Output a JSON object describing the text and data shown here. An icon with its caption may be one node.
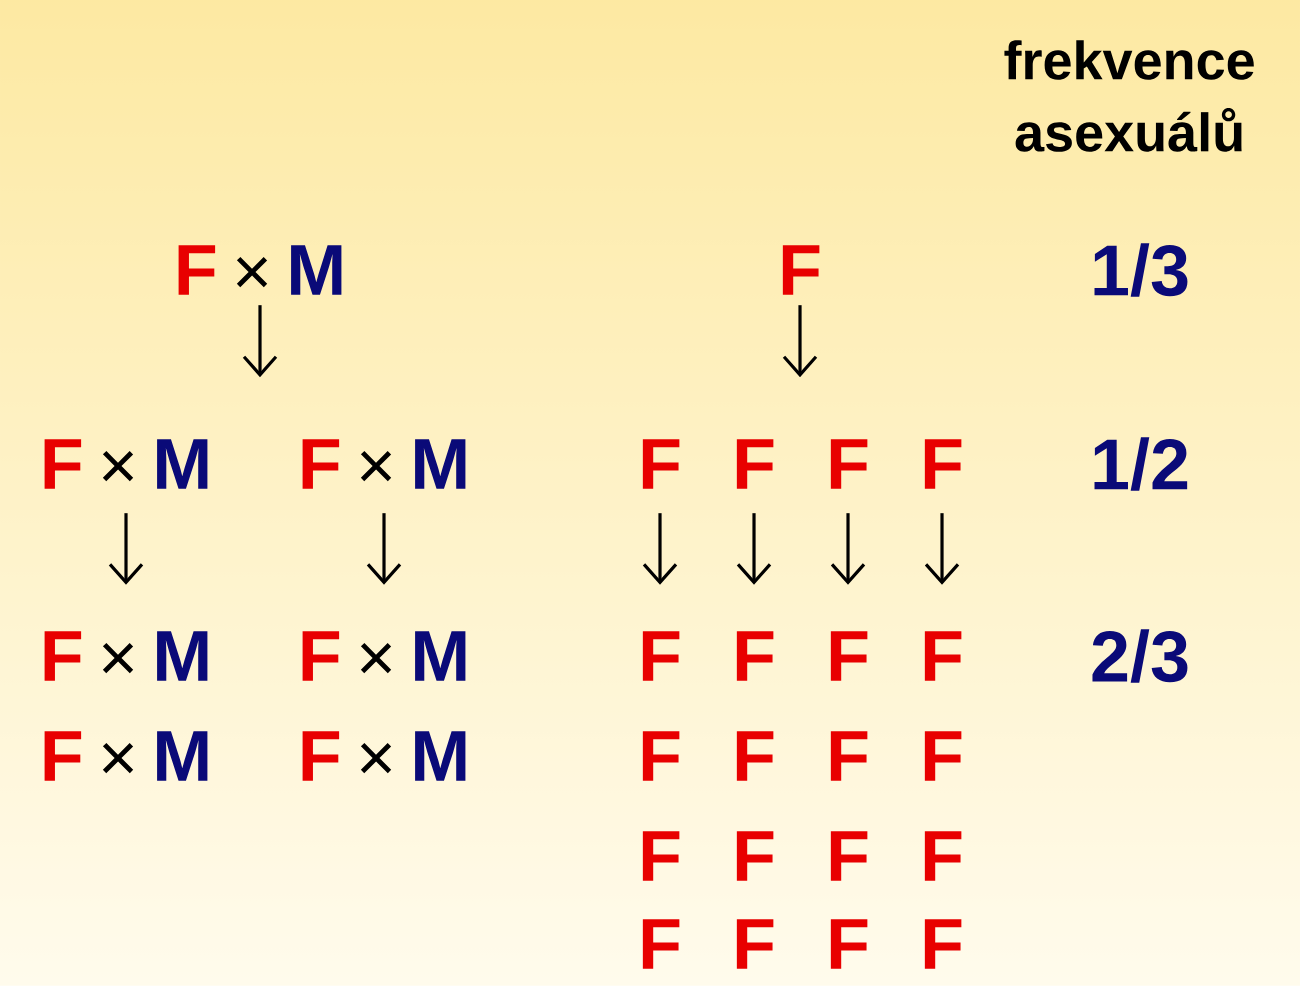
{
  "diagram": {
    "nodes": [
      {
        "text": [
          "F",
          "×",
          "M"
        ]
      },
      {
        "text": [
          "F",
          "×",
          "M"
        ]
      },
      {
        "text": [
          "F",
          "×",
          "M"
        ]
      },
      {
        "text": [
          "F",
          "×",
          "M"
        ]
      },
      {
        "text": [
          "F",
          "×",
          "M"
        ]
      },
      {
        "text": [
          "F",
          "×",
          "M"
        ]
      },
      {
        "text": [
          "F",
          "×",
          "M"
        ]
      },
      {
        "text": [
          "F"
        ]
      },
      {
        "text": [
          "F"
        ]
      },
      {
        "text": [
          "F"
        ]
      },
      {
        "text": [
          "F"
        ]
      },
      {
        "text": [
          "F"
        ]
      },
      {
        "text": [
          "F"
        ]
      },
      {
        "text": [
          "F"
        ]
      },
      {
        "text": [
          "F"
        ]
      },
      {
        "text": [
          "F"
        ]
      },
      {
        "text": [
          "F"
        ]
      },
      {
        "text": [
          "F"
        ]
      },
      {
        "text": [
          "F"
        ]
      },
      {
        "text": [
          "F"
        ]
      },
      {
        "text": [
          "F"
        ]
      },
      {
        "text": [
          "F"
        ]
      },
      {
        "text": [
          "F"
        ]
      },
      {
        "text": [
          "F"
        ]
      },
      {
        "text": [
          "F"
        ]
      },
      {
        "text": [
          "F"
        ]
      },
      {
        "text": [
          "F"
        ]
      },
      {
        "text": [
          "F"
        ]
      }
    ],
    "edges": [
      {
        "from": 0,
        "to": null,
        "arrow": "to"
      },
      {
        "from": 1,
        "to": 3,
        "arrow": "to"
      },
      {
        "from": 2,
        "to": 4,
        "arrow": "to"
      },
      {
        "from": 7,
        "to": null,
        "arrow": "to"
      },
      {
        "from": 8,
        "to": 12,
        "arrow": "to"
      },
      {
        "from": 9,
        "to": 13,
        "arrow": "to"
      },
      {
        "from": 10,
        "to": 14,
        "arrow": "to"
      },
      {
        "from": 11,
        "to": 15,
        "arrow": "to"
      }
    ],
    "labels": [
      "frekvence asexuálů",
      "1/3",
      "1/2",
      "2/3"
    ]
  }
}
